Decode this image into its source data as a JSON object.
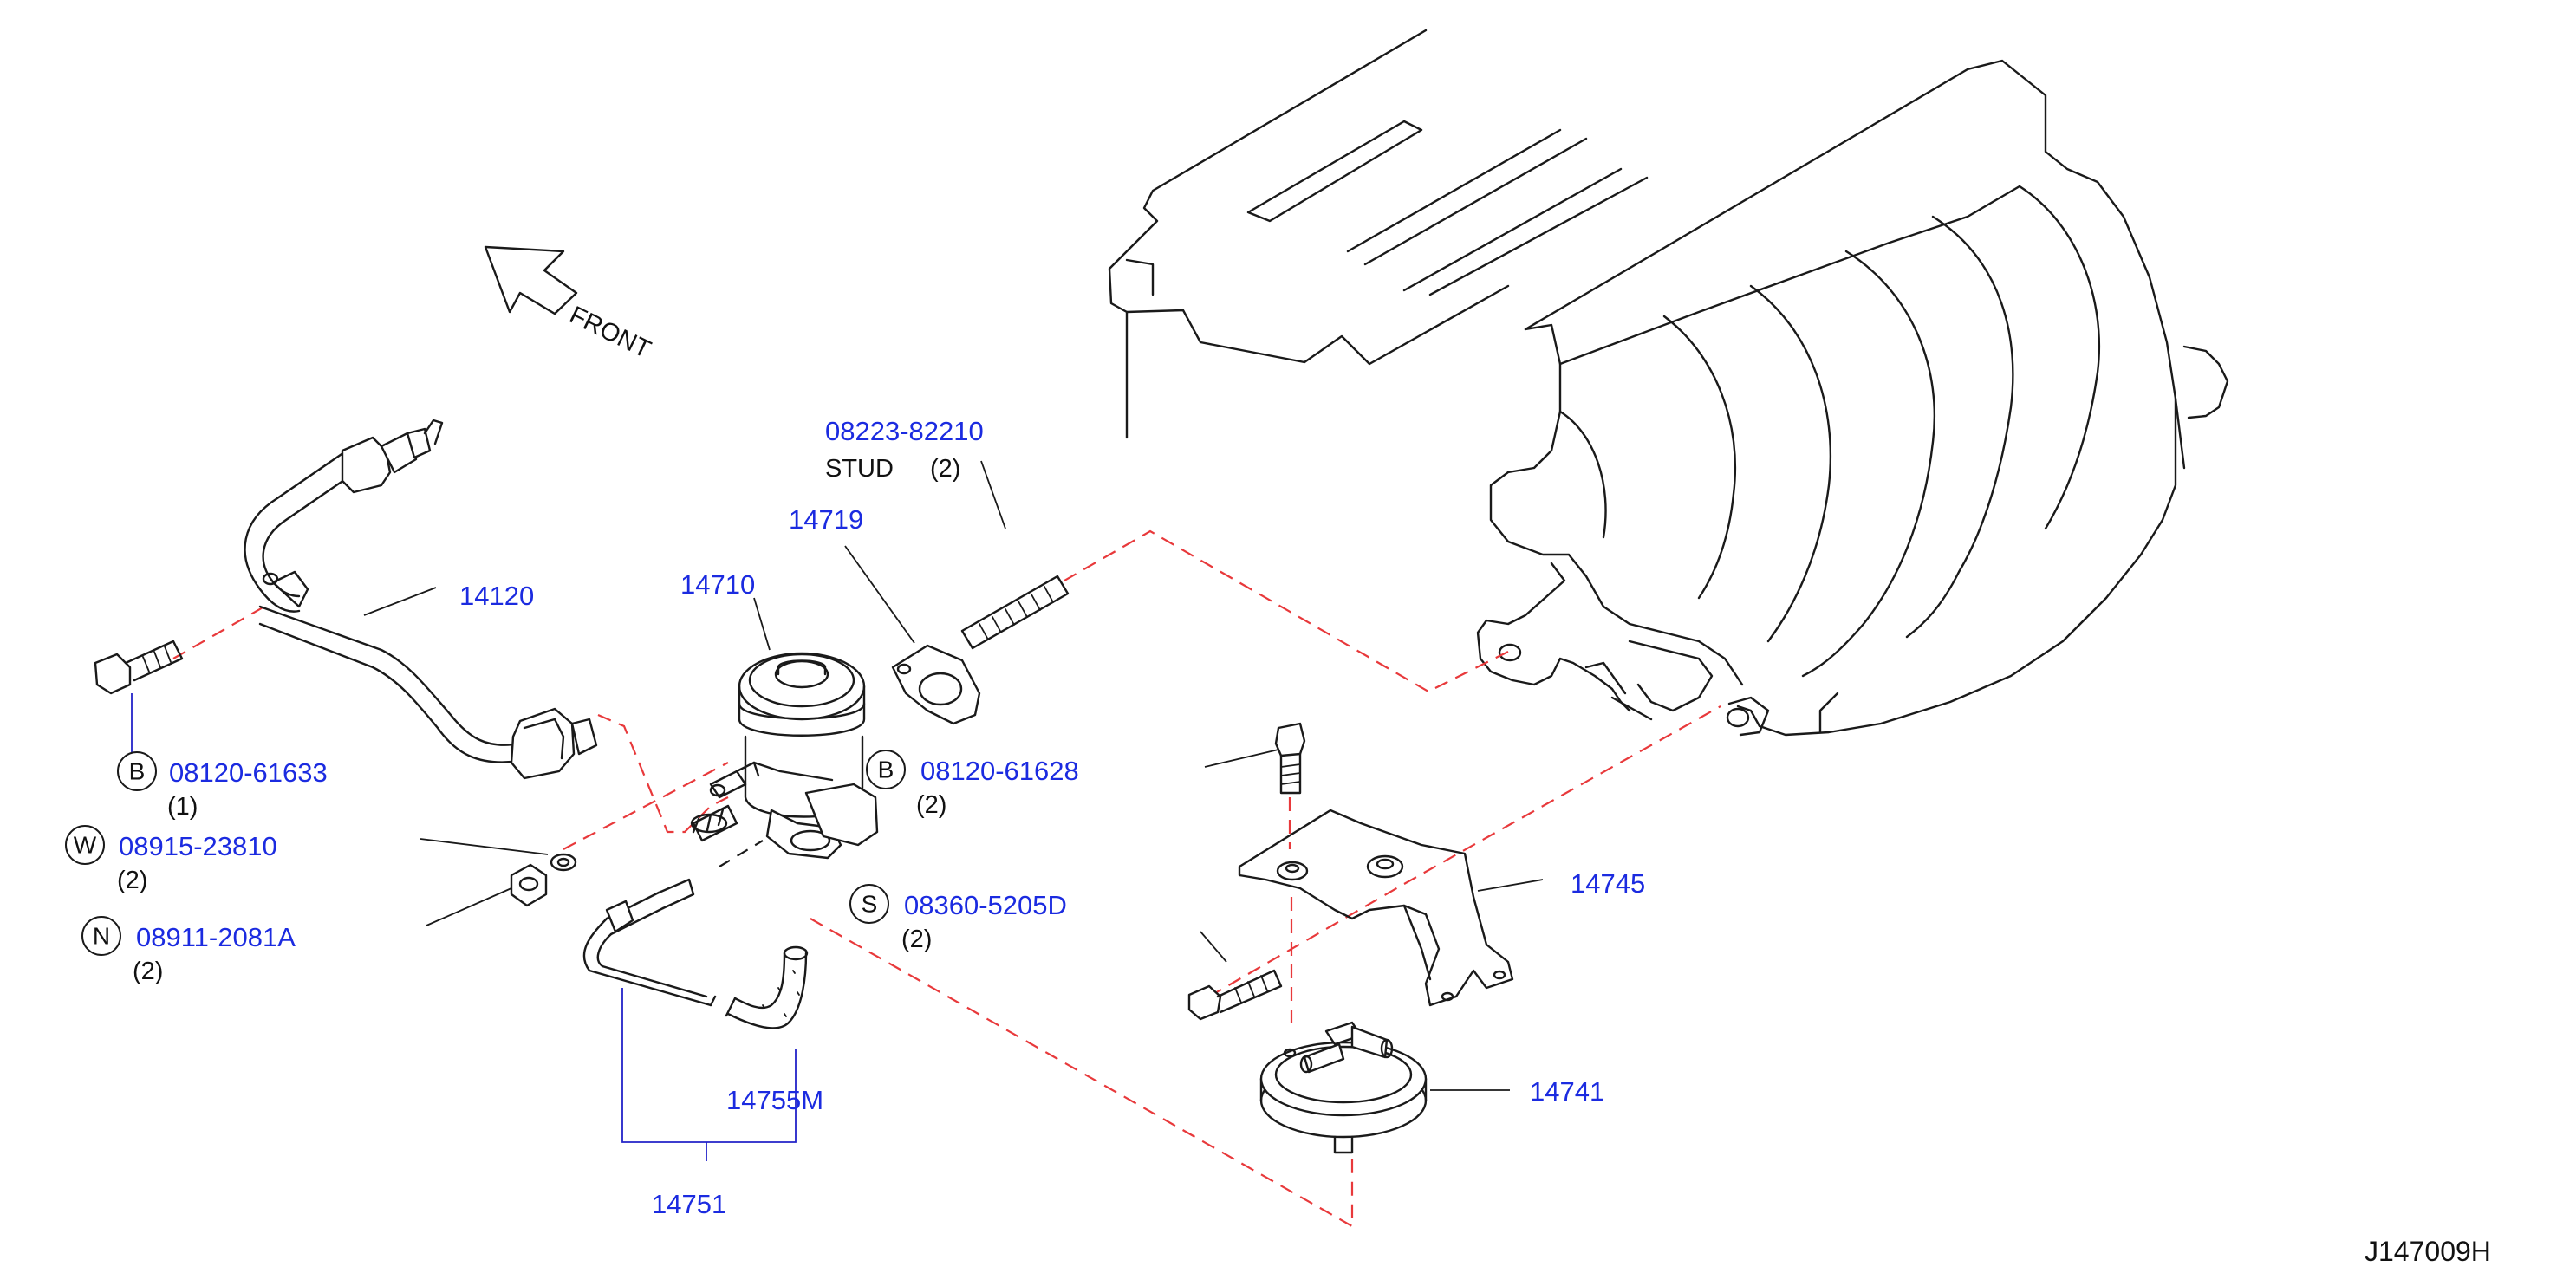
{
  "diagram_code": "J147009H",
  "front_label": "FRONT",
  "parts": {
    "stud": {
      "number": "08223-82210",
      "name": "STUD",
      "qty": "(2)"
    },
    "gasket": {
      "number": "14719"
    },
    "egr_valve": {
      "number": "14710"
    },
    "tube": {
      "number": "14120"
    },
    "bolt_b1": {
      "prefix": "B",
      "number": "08120-61633",
      "qty": "(1)"
    },
    "bolt_b2": {
      "prefix": "B",
      "number": "08120-61628",
      "qty": "(2)"
    },
    "washer": {
      "prefix": "W",
      "number": "08915-23810",
      "qty": "(2)"
    },
    "nut": {
      "prefix": "N",
      "number": "08911-2081A",
      "qty": "(2)"
    },
    "screw_s": {
      "prefix": "S",
      "number": "08360-5205D",
      "qty": "(2)"
    },
    "bracket": {
      "number": "14745"
    },
    "modulator": {
      "number": "14741"
    },
    "hose": {
      "number": "14755M"
    },
    "hose_assy": {
      "number": "14751"
    }
  },
  "colors": {
    "part_number": "#1b2be0",
    "alignment_dash": "#e8393b",
    "line": "#1a1a1a"
  }
}
